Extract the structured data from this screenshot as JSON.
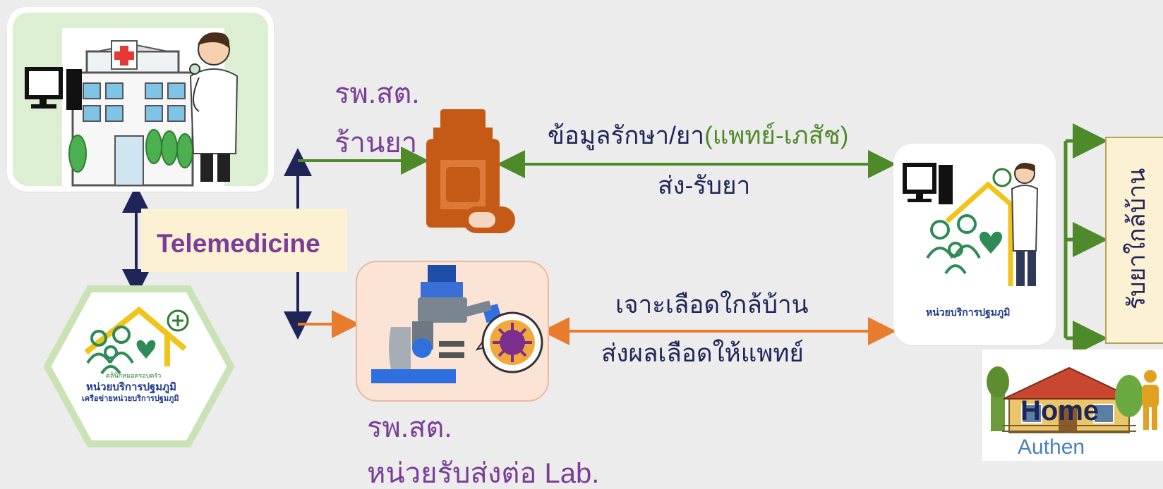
{
  "labels": {
    "rpst_pharmacy": {
      "line1": "รพ.สต.",
      "line2": "ร้านยา"
    },
    "rpst_lab": {
      "line1": "รพ.สต.",
      "line2": "หน่วยรับส่งต่อ  Lab."
    },
    "telemedicine": "Telemedicine",
    "data_line": {
      "main": "ข้อมูลรักษา/ยา",
      "sub": "(แพทย์-เภสัช)"
    },
    "send_receive_drug": "ส่ง-รับยา",
    "blood_draw": "เจาะเลือดใกล้บ้าน",
    "send_results": "ส่งผลเลือดให้แพทย์",
    "pickup_near_home": "รับยาใกล้บ้าน",
    "home": "Home",
    "authen": "Authen",
    "pcu_logo": {
      "small": "คลินิกหมอครอบครัว",
      "main": "หน่วยบริการปฐมภูมิ",
      "sub": "เครือข่ายหน่วยบริการปฐมภูมิ"
    },
    "pcu_logo_right": "หน่วยบริการปฐมภูมิ"
  },
  "colors": {
    "purple": "#7a3d98",
    "navy": "#1f2559",
    "green": "#4f8a2a",
    "orange": "#e87b2c",
    "bottle": "#c45a16",
    "telemedicine_bg": "#fdf1d4",
    "lab_bg": "#fbe4d6"
  },
  "icons": [
    "hospital-icon",
    "doctor-icon",
    "computer-icon",
    "pcu-logo-icon",
    "medicine-bottle-icon",
    "microscope-icon",
    "house-icon",
    "person-icon"
  ]
}
